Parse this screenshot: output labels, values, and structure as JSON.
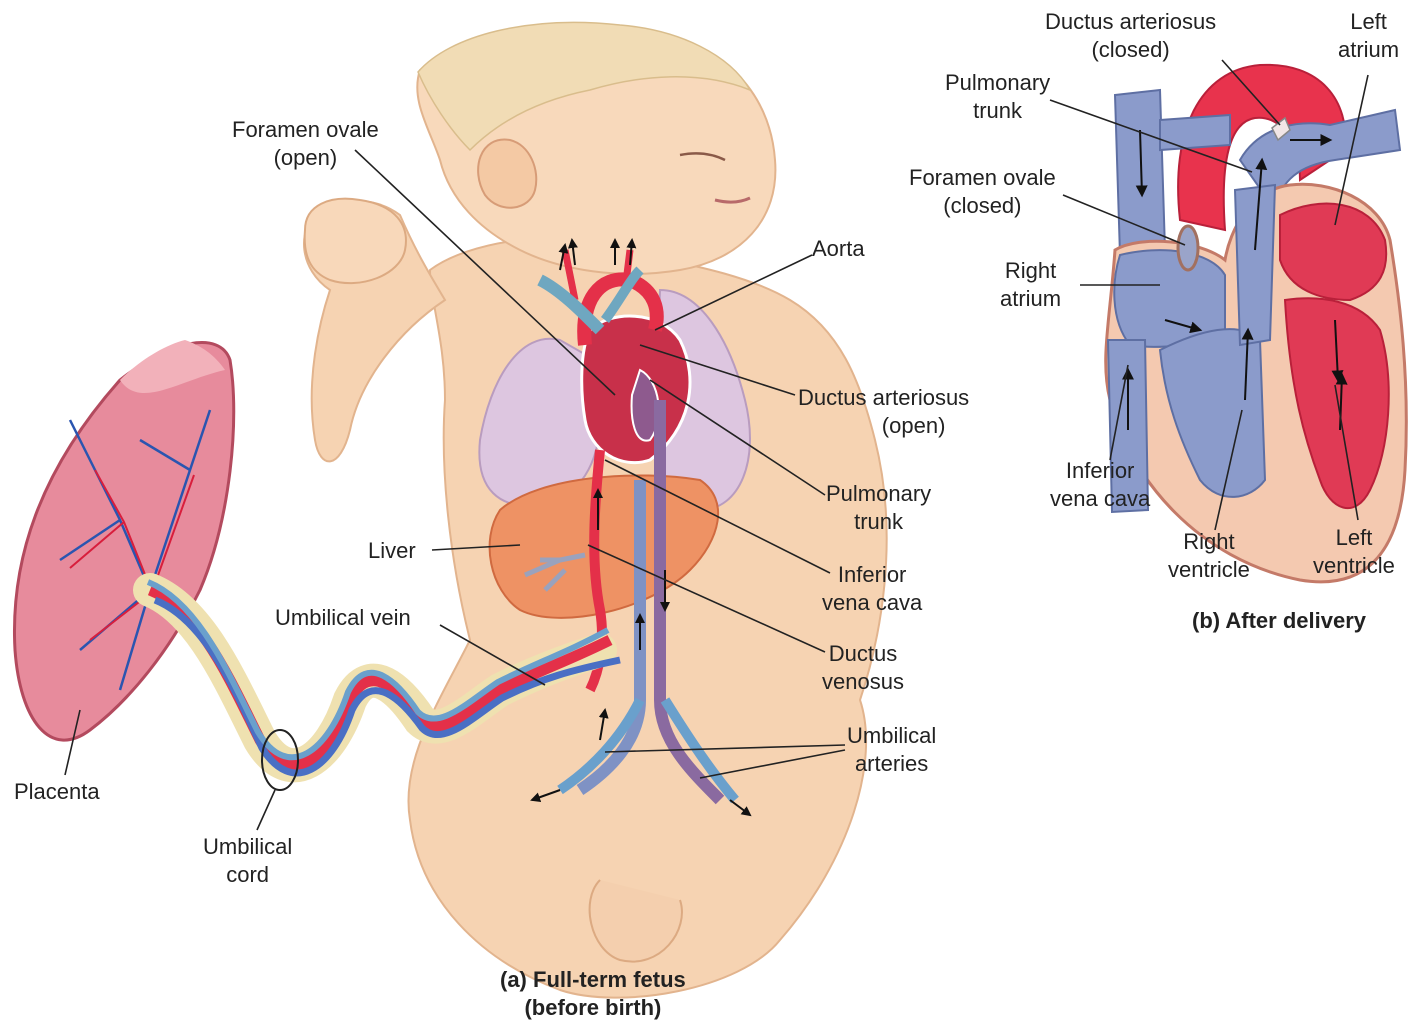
{
  "colors": {
    "oxygenated": "#e8334d",
    "deoxygenated": "#7d8fc2",
    "mixed": "#8e5a8e",
    "skin": "#f7d6b6",
    "liver": "#ec8a5c",
    "lung": "#dcc4de",
    "placenta": "#e98a9a",
    "cord": "#f3e6b8"
  },
  "panel_a": {
    "caption": [
      "(a) Full-term fetus",
      "(before birth)"
    ],
    "labels": {
      "foramen_ovale": [
        "Foramen ovale",
        "(open)"
      ],
      "aorta": [
        "Aorta"
      ],
      "ductus_arteriosus": [
        "Ductus arteriosus",
        "(open)"
      ],
      "pulmonary_trunk": [
        "Pulmonary",
        "trunk"
      ],
      "inferior_vena_cava": [
        "Inferior",
        "vena cava"
      ],
      "ductus_venosus": [
        "Ductus",
        "venosus"
      ],
      "umbilical_arteries": [
        "Umbilical",
        "arteries"
      ],
      "liver": [
        "Liver"
      ],
      "umbilical_vein": [
        "Umbilical vein"
      ],
      "placenta": [
        "Placenta"
      ],
      "umbilical_cord": [
        "Umbilical",
        "cord"
      ]
    }
  },
  "panel_b": {
    "caption": [
      "(b) After delivery"
    ],
    "labels": {
      "ductus_arteriosus": [
        "Ductus arteriosus",
        "(closed)"
      ],
      "left_atrium": [
        "Left",
        "atrium"
      ],
      "pulmonary_trunk": [
        "Pulmonary",
        "trunk"
      ],
      "foramen_ovale": [
        "Foramen ovale",
        "(closed)"
      ],
      "right_atrium": [
        "Right",
        "atrium"
      ],
      "inferior_vena_cava": [
        "Inferior",
        "vena cava"
      ],
      "right_ventricle": [
        "Right",
        "ventricle"
      ],
      "left_ventricle": [
        "Left",
        "ventricle"
      ]
    }
  }
}
